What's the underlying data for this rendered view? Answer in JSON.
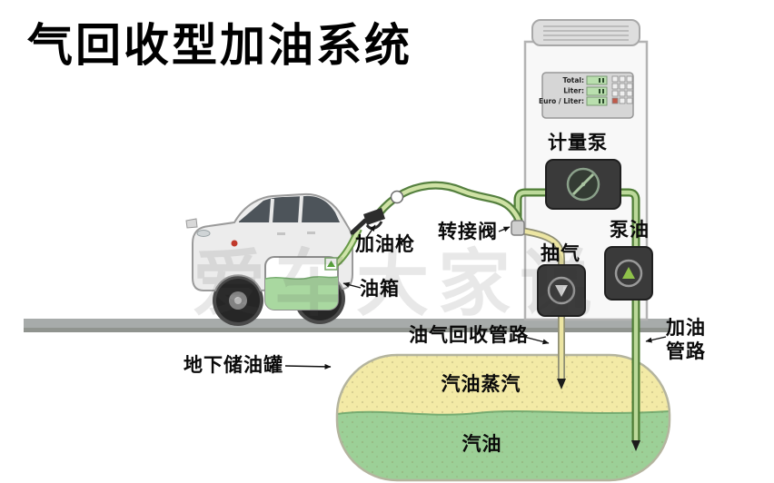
{
  "title": "气回收型加油系统",
  "watermark": "爱车大家说",
  "labels": {
    "nozzle": "加油枪",
    "car_tank": "油箱",
    "transfer_valve": "转接阀",
    "metering_pump": "计量泵",
    "vapor_suction": "抽气",
    "fuel_pump": "泵油",
    "vapor_recovery_pipe": "油气回收管路",
    "fuel_pipe_line1": "加油",
    "fuel_pipe_line2": "管路",
    "underground_tank": "地下储油罐",
    "gasoline_vapor": "汽油蒸汽",
    "gasoline": "汽油"
  },
  "dispenser": {
    "display_rows": [
      "Total:",
      "Liter:",
      "Euro / Liter:"
    ]
  },
  "colors": {
    "fuel_pipe_green": "#bcd99a",
    "fuel_pipe_edge": "#4e7d35",
    "vapor_pipe_yellow": "#ece5a2",
    "vapor_pipe_edge": "#8e8e74",
    "tank_vapor_fill": "#f3eaa6",
    "tank_liquid_fill": "#9cd097",
    "pump_box_dark": "#3a3a3a",
    "ground_gray": "#a7abaa"
  }
}
